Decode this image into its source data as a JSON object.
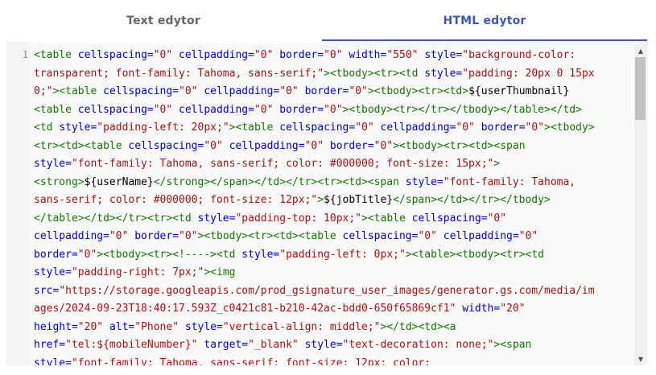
{
  "tabs": {
    "text_label": "Text edytor",
    "html_label": "HTML edytor",
    "active": "HTML edytor"
  },
  "editor": {
    "line_number": "1",
    "lines": [
      [
        {
          "t": "tag",
          "v": "<table "
        },
        {
          "t": "attr",
          "v": "cellspacing="
        },
        {
          "t": "val",
          "v": "\"0\" "
        },
        {
          "t": "attr",
          "v": "cellpadding="
        },
        {
          "t": "val",
          "v": "\"0\" "
        },
        {
          "t": "attr",
          "v": "border="
        },
        {
          "t": "val",
          "v": "\"0\" "
        },
        {
          "t": "attr",
          "v": "width="
        },
        {
          "t": "val",
          "v": "\"550\" "
        },
        {
          "t": "attr",
          "v": "style="
        },
        {
          "t": "val",
          "v": "\"background-color:"
        }
      ],
      [
        {
          "t": "val",
          "v": "transparent; font-family: Tahoma, sans-serif;\""
        },
        {
          "t": "tag",
          "v": "><tbody><tr><td "
        },
        {
          "t": "attr",
          "v": "style="
        },
        {
          "t": "val",
          "v": "\"padding: 20px 0 15px"
        }
      ],
      [
        {
          "t": "val",
          "v": "0;\""
        },
        {
          "t": "tag",
          "v": "><table "
        },
        {
          "t": "attr",
          "v": "cellspacing="
        },
        {
          "t": "val",
          "v": "\"0\" "
        },
        {
          "t": "attr",
          "v": "cellpadding="
        },
        {
          "t": "val",
          "v": "\"0\" "
        },
        {
          "t": "attr",
          "v": "border="
        },
        {
          "t": "val",
          "v": "\"0\""
        },
        {
          "t": "tag",
          "v": "><tbody><tr><td>"
        },
        {
          "t": "plain",
          "v": "${userThumbnail}"
        }
      ],
      [
        {
          "t": "tag",
          "v": "<table "
        },
        {
          "t": "attr",
          "v": "cellspacing="
        },
        {
          "t": "val",
          "v": "\"0\" "
        },
        {
          "t": "attr",
          "v": "cellpadding="
        },
        {
          "t": "val",
          "v": "\"0\" "
        },
        {
          "t": "attr",
          "v": "border="
        },
        {
          "t": "val",
          "v": "\"0\""
        },
        {
          "t": "tag",
          "v": "><tbody><tr></tr></tbody></table></td>"
        }
      ],
      [
        {
          "t": "tag",
          "v": "<td "
        },
        {
          "t": "attr",
          "v": "style="
        },
        {
          "t": "val",
          "v": "\"padding-left: 20px;\""
        },
        {
          "t": "tag",
          "v": "><table "
        },
        {
          "t": "attr",
          "v": "cellspacing="
        },
        {
          "t": "val",
          "v": "\"0\" "
        },
        {
          "t": "attr",
          "v": "cellpadding="
        },
        {
          "t": "val",
          "v": "\"0\" "
        },
        {
          "t": "attr",
          "v": "border="
        },
        {
          "t": "val",
          "v": "\"0\""
        },
        {
          "t": "tag",
          "v": "><tbody>"
        }
      ],
      [
        {
          "t": "tag",
          "v": "<tr><td><table "
        },
        {
          "t": "attr",
          "v": "cellspacing="
        },
        {
          "t": "val",
          "v": "\"0\" "
        },
        {
          "t": "attr",
          "v": "cellpadding="
        },
        {
          "t": "val",
          "v": "\"0\" "
        },
        {
          "t": "attr",
          "v": "border="
        },
        {
          "t": "val",
          "v": "\"0\""
        },
        {
          "t": "tag",
          "v": "><tbody><tr><td><span"
        }
      ],
      [
        {
          "t": "attr",
          "v": "style="
        },
        {
          "t": "val",
          "v": "\"font-family: Tahoma, sans-serif; color: #000000; font-size: 15px;\""
        },
        {
          "t": "tag",
          "v": ">"
        }
      ],
      [
        {
          "t": "tag",
          "v": "<strong>"
        },
        {
          "t": "plain",
          "v": "${userName}"
        },
        {
          "t": "tag",
          "v": "</strong></span></td></tr><tr><td><span "
        },
        {
          "t": "attr",
          "v": "style="
        },
        {
          "t": "val",
          "v": "\"font-family: Tahoma,"
        }
      ],
      [
        {
          "t": "val",
          "v": "sans-serif; color: #000000; font-size: 12px;\""
        },
        {
          "t": "tag",
          "v": ">"
        },
        {
          "t": "plain",
          "v": "${jobTitle}"
        },
        {
          "t": "tag",
          "v": "</span></td></tr></tbody>"
        }
      ],
      [
        {
          "t": "tag",
          "v": "</table></td></tr><tr><td "
        },
        {
          "t": "attr",
          "v": "style="
        },
        {
          "t": "val",
          "v": "\"padding-top: 10px;\""
        },
        {
          "t": "tag",
          "v": "><table "
        },
        {
          "t": "attr",
          "v": "cellspacing="
        },
        {
          "t": "val",
          "v": "\"0\""
        }
      ],
      [
        {
          "t": "attr",
          "v": "cellpadding="
        },
        {
          "t": "val",
          "v": "\"0\" "
        },
        {
          "t": "attr",
          "v": "border="
        },
        {
          "t": "val",
          "v": "\"0\""
        },
        {
          "t": "tag",
          "v": "><tbody><tr><td><table "
        },
        {
          "t": "attr",
          "v": "cellspacing="
        },
        {
          "t": "val",
          "v": "\"0\" "
        },
        {
          "t": "attr",
          "v": "cellpadding="
        },
        {
          "t": "val",
          "v": "\"0\""
        }
      ],
      [
        {
          "t": "attr",
          "v": "border="
        },
        {
          "t": "val",
          "v": "\"0\""
        },
        {
          "t": "tag",
          "v": "><tbody><tr><!----><td "
        },
        {
          "t": "attr",
          "v": "style="
        },
        {
          "t": "val",
          "v": "\"padding-left: 0px;\""
        },
        {
          "t": "tag",
          "v": "><table><tbody><tr><td"
        }
      ],
      [
        {
          "t": "attr",
          "v": "style="
        },
        {
          "t": "val",
          "v": "\"padding-right: 7px;\""
        },
        {
          "t": "tag",
          "v": "><img"
        }
      ],
      [
        {
          "t": "attr",
          "v": "src="
        },
        {
          "t": "val",
          "v": "\"https://storage.googleapis.com/prod_gsignature_user_images/generator.gs.com/media/im"
        }
      ],
      [
        {
          "t": "val",
          "v": "ages/2024-09-23T18:40:17.593Z_c0421c81-b210-42ac-bdd0-650f65869cf1\" "
        },
        {
          "t": "attr",
          "v": "width="
        },
        {
          "t": "val",
          "v": "\"20\""
        }
      ],
      [
        {
          "t": "attr",
          "v": "height="
        },
        {
          "t": "val",
          "v": "\"20\" "
        },
        {
          "t": "attr",
          "v": "alt="
        },
        {
          "t": "val",
          "v": "\"Phone\" "
        },
        {
          "t": "attr",
          "v": "style="
        },
        {
          "t": "val",
          "v": "\"vertical-align: middle;\""
        },
        {
          "t": "tag",
          "v": "></td><td><a"
        }
      ],
      [
        {
          "t": "attr",
          "v": "href="
        },
        {
          "t": "val",
          "v": "\"tel:${mobileNumber}\" "
        },
        {
          "t": "attr",
          "v": "target="
        },
        {
          "t": "val",
          "v": "\"_blank\" "
        },
        {
          "t": "attr",
          "v": "style="
        },
        {
          "t": "val",
          "v": "\"text-decoration: none;\""
        },
        {
          "t": "tag",
          "v": "><span"
        }
      ],
      [
        {
          "t": "attr",
          "v": "style="
        },
        {
          "t": "val",
          "v": "\"font-family: Tahoma, sans-serif; font-size: 12px; color:"
        }
      ]
    ]
  },
  "scrollbar": {
    "up_arrow": "▲",
    "down_arrow": "▼"
  },
  "colors": {
    "tag": "#117700",
    "attribute": "#0000cc",
    "value": "#aa1111",
    "active_tab": "#3e5ab4"
  }
}
